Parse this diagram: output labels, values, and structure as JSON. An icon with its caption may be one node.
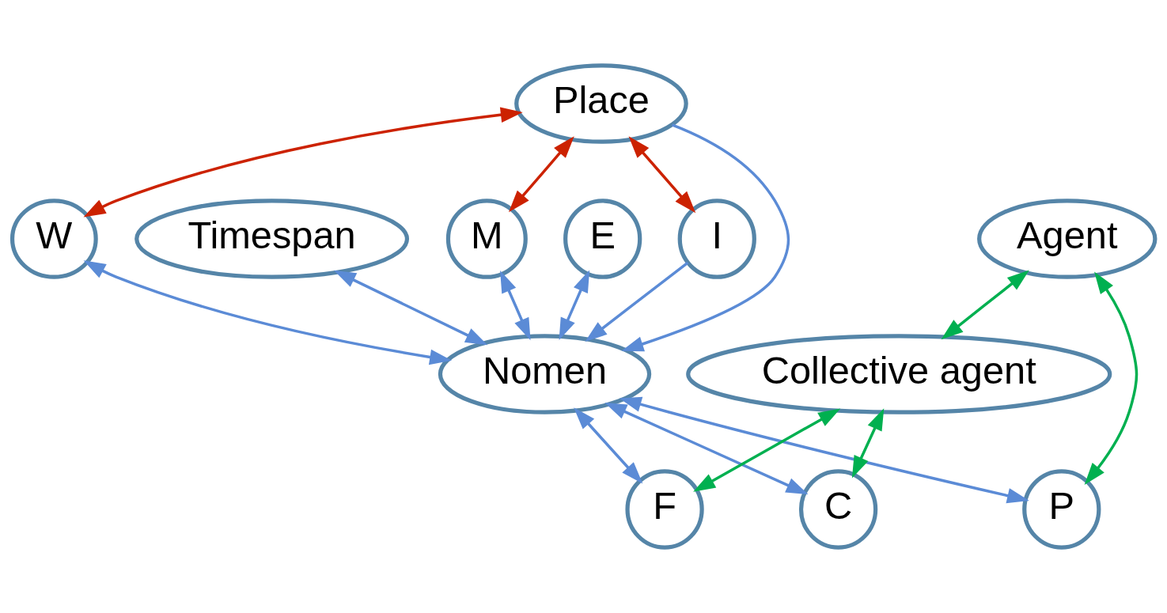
{
  "diagram": {
    "nodes": [
      {
        "text": [
          "Place"
        ]
      },
      {
        "text": [
          "Timespan"
        ]
      },
      {
        "text": [
          "Agent"
        ]
      },
      {
        "text": [
          "W"
        ]
      },
      {
        "text": [
          "E"
        ]
      },
      {
        "text": [
          "Nomen"
        ]
      },
      {
        "text": [
          "Collective agent"
        ]
      },
      {
        "text": [
          "M"
        ]
      },
      {
        "text": [
          "I"
        ]
      },
      {
        "text": [
          "P"
        ]
      },
      {
        "text": [
          "F"
        ]
      },
      {
        "text": [
          "C"
        ]
      }
    ],
    "edges": [
      {
        "from": 0,
        "to": 3,
        "arrow": "both",
        "color": "#cc2200"
      },
      {
        "from": 0,
        "to": 7,
        "arrow": "both",
        "color": "#cc2200"
      },
      {
        "from": 0,
        "to": 8,
        "arrow": "both",
        "color": "#cc2200"
      },
      {
        "from": 3,
        "to": 5,
        "arrow": "both"
      },
      {
        "from": 0,
        "to": 5,
        "arrow": "to"
      },
      {
        "from": 1,
        "to": 5,
        "arrow": "both"
      },
      {
        "from": 4,
        "to": 5,
        "arrow": "both"
      },
      {
        "from": 7,
        "to": 5,
        "arrow": "both"
      },
      {
        "from": 8,
        "to": 5,
        "arrow": "to"
      },
      {
        "from": 5,
        "to": 9,
        "arrow": "both"
      },
      {
        "from": 5,
        "to": 10,
        "arrow": "both"
      },
      {
        "from": 5,
        "to": 11,
        "arrow": "both"
      },
      {
        "from": 2,
        "to": 9,
        "arrow": "both",
        "color": "#00b050"
      },
      {
        "from": 2,
        "to": 6,
        "arrow": "both",
        "color": "#00b050"
      },
      {
        "from": 6,
        "to": 10,
        "arrow": "both",
        "color": "#00b050"
      },
      {
        "from": 6,
        "to": 11,
        "arrow": "both",
        "color": "#00b050"
      }
    ]
  }
}
